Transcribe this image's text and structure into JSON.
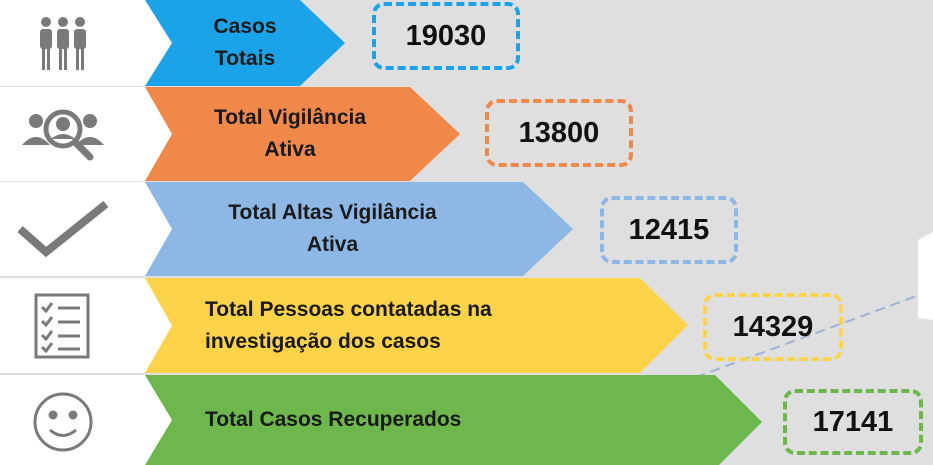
{
  "rows": [
    {
      "label": "Casos Totais",
      "value": "19030",
      "color": "#1aa3e8",
      "icon": "people-group-icon"
    },
    {
      "label": "Total Vigilância Ativa",
      "value": "13800",
      "color": "#f0884a",
      "icon": "people-search-icon"
    },
    {
      "label": "Total Altas Vigilância Ativa",
      "value": "12415",
      "color": "#8db8e6",
      "icon": "checkmark-icon"
    },
    {
      "label": "Total Pessoas contatadas na investigação dos casos",
      "value": "14329",
      "color": "#fdd447",
      "icon": "checklist-icon"
    },
    {
      "label": "Total Casos Recuperados",
      "value": "17141",
      "color": "#6db74d",
      "icon": "smiley-face-icon"
    }
  ]
}
